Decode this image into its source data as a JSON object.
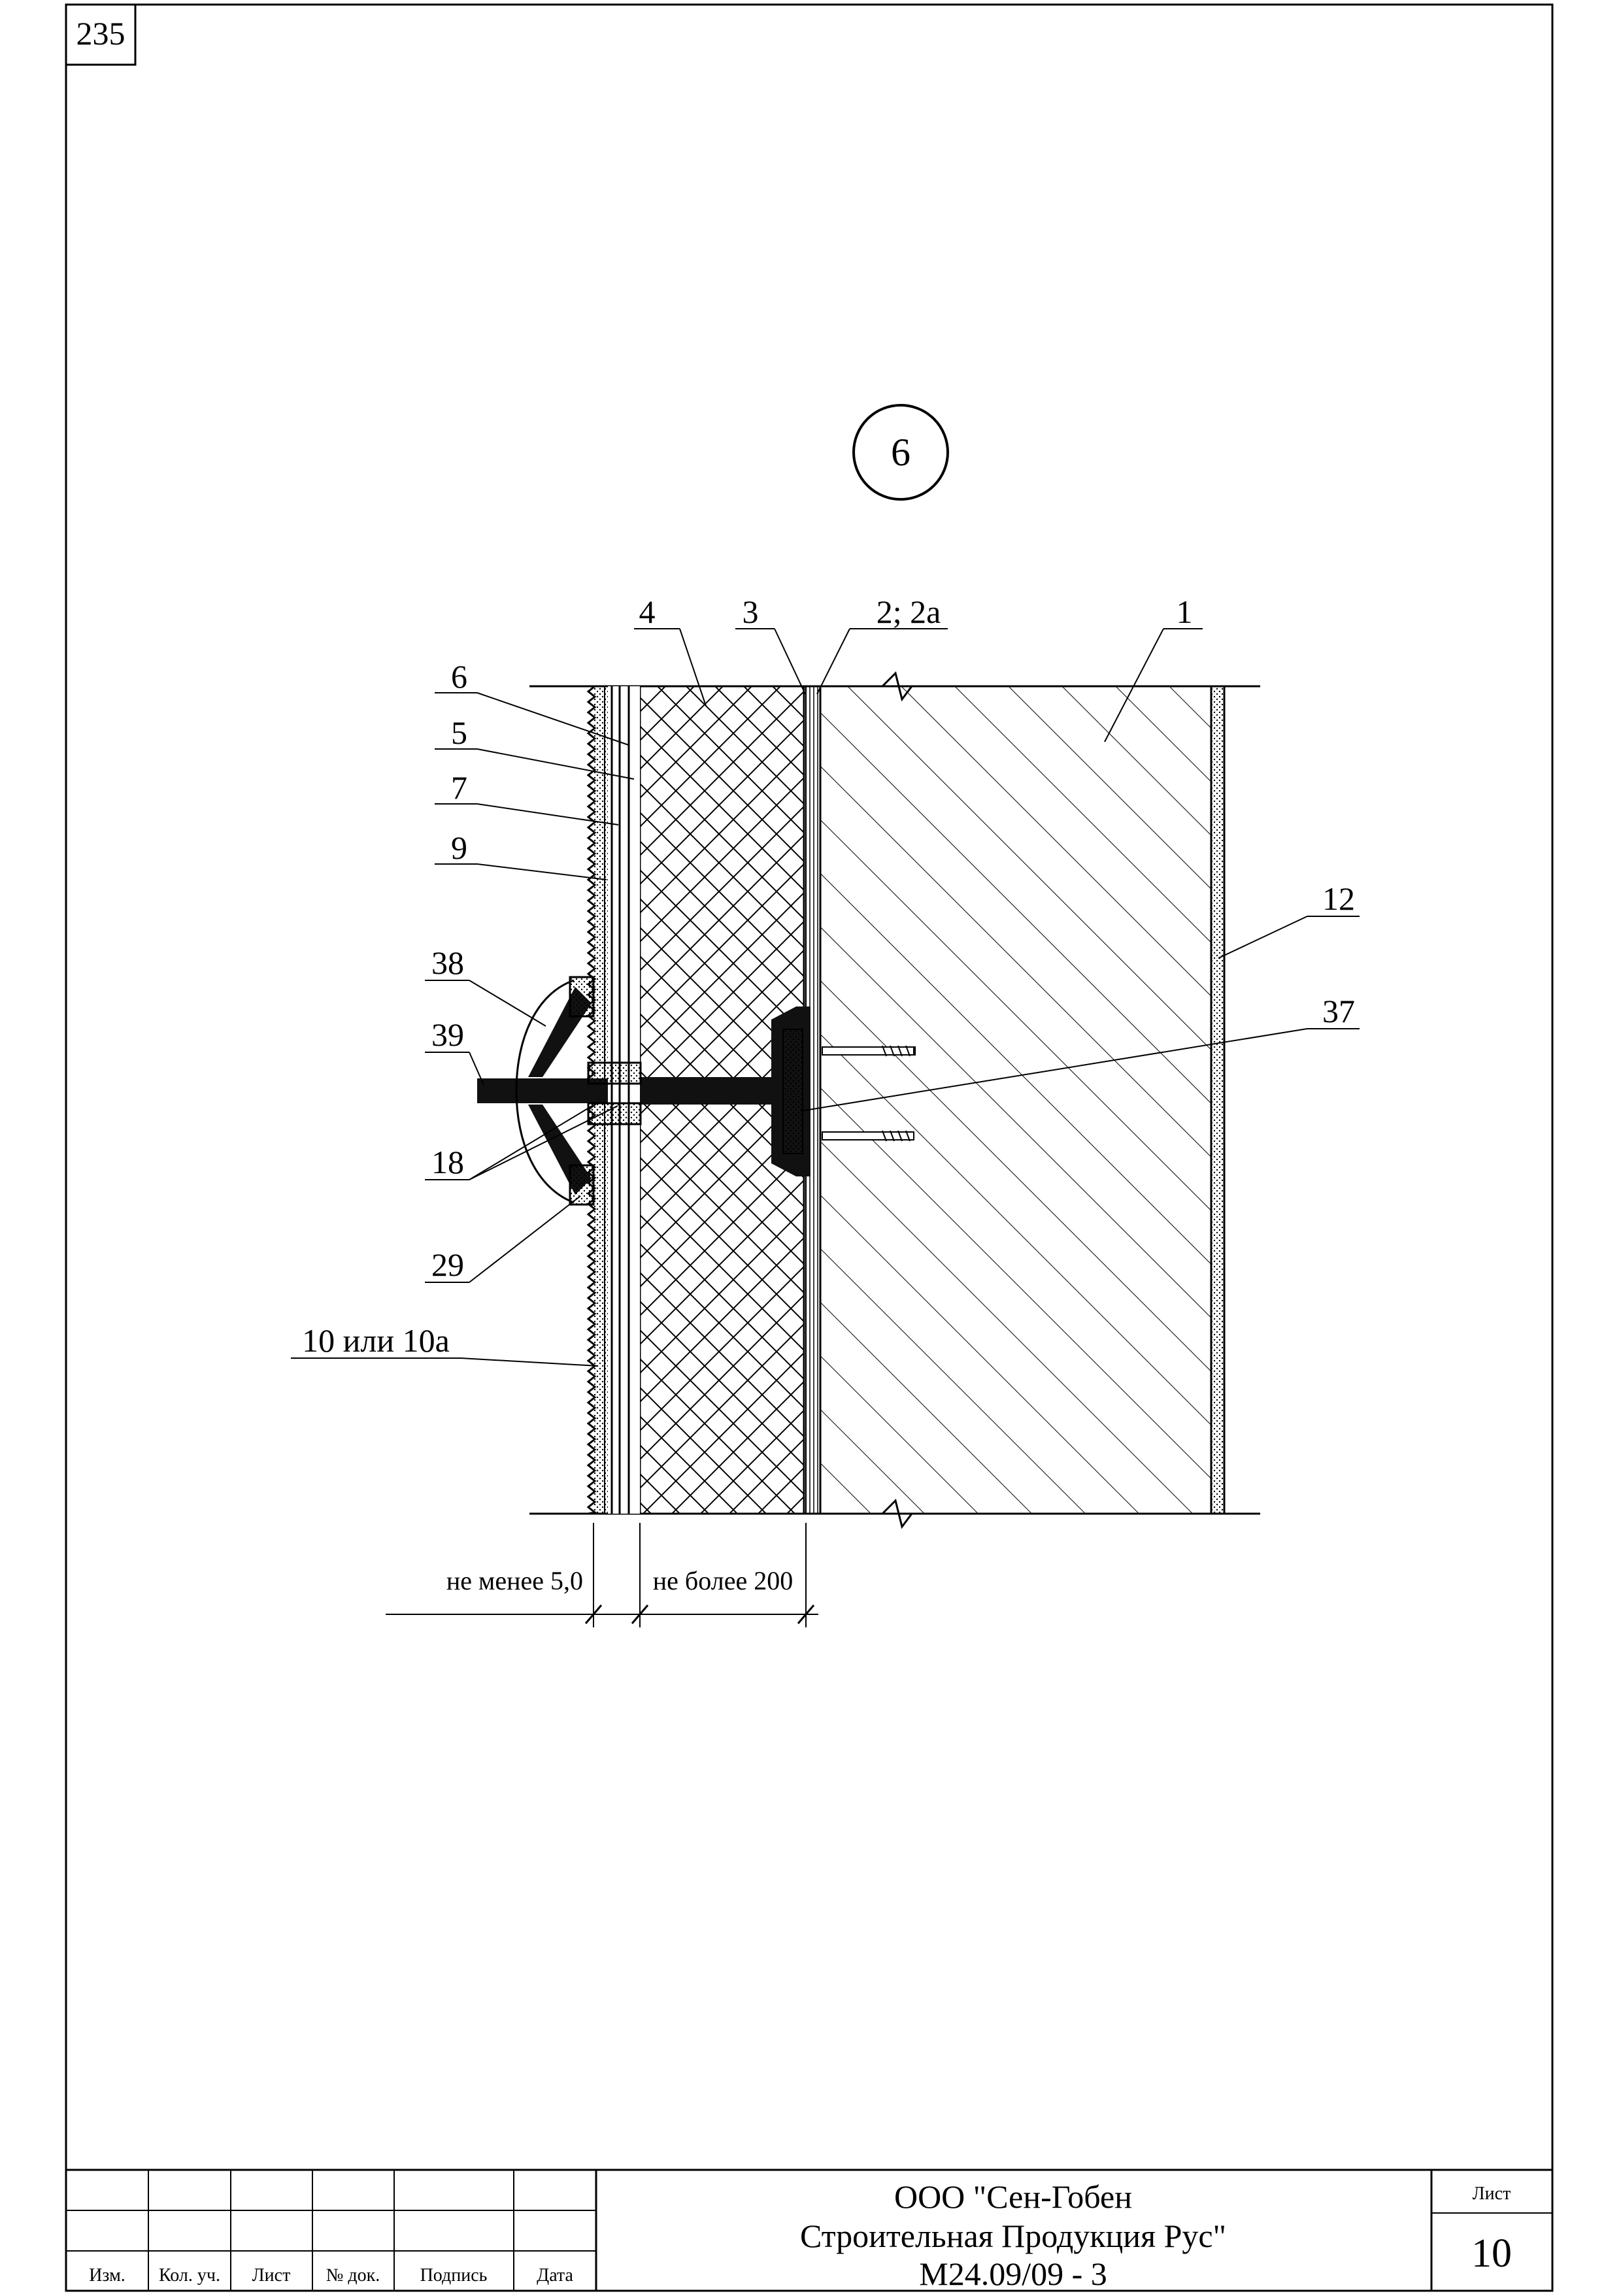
{
  "page_number": "235",
  "detail_number": "6",
  "callouts": {
    "c1": "1",
    "c2": "2; 2а",
    "c3": "3",
    "c4": "4",
    "c5": "5",
    "c6": "6",
    "c7": "7",
    "c9": "9",
    "c10": "10 или 10а",
    "c12": "12",
    "c18": "18",
    "c29": "29",
    "c37": "37",
    "c38": "38",
    "c39": "39"
  },
  "dimensions": {
    "min_thickness": "не менее 5,0",
    "max_thickness": "не более 200"
  },
  "title_block": {
    "headers": [
      "Изм.",
      "Кол. уч.",
      "Лист",
      "№ док.",
      "Подпись",
      "Дата"
    ],
    "organization_line1": "ООО \"Сен-Гобен",
    "organization_line2": "Строительная Продукция Рус\"",
    "document_code": "М24.09/09 - 3",
    "sheet_label": "Лист",
    "sheet_number": "10"
  }
}
